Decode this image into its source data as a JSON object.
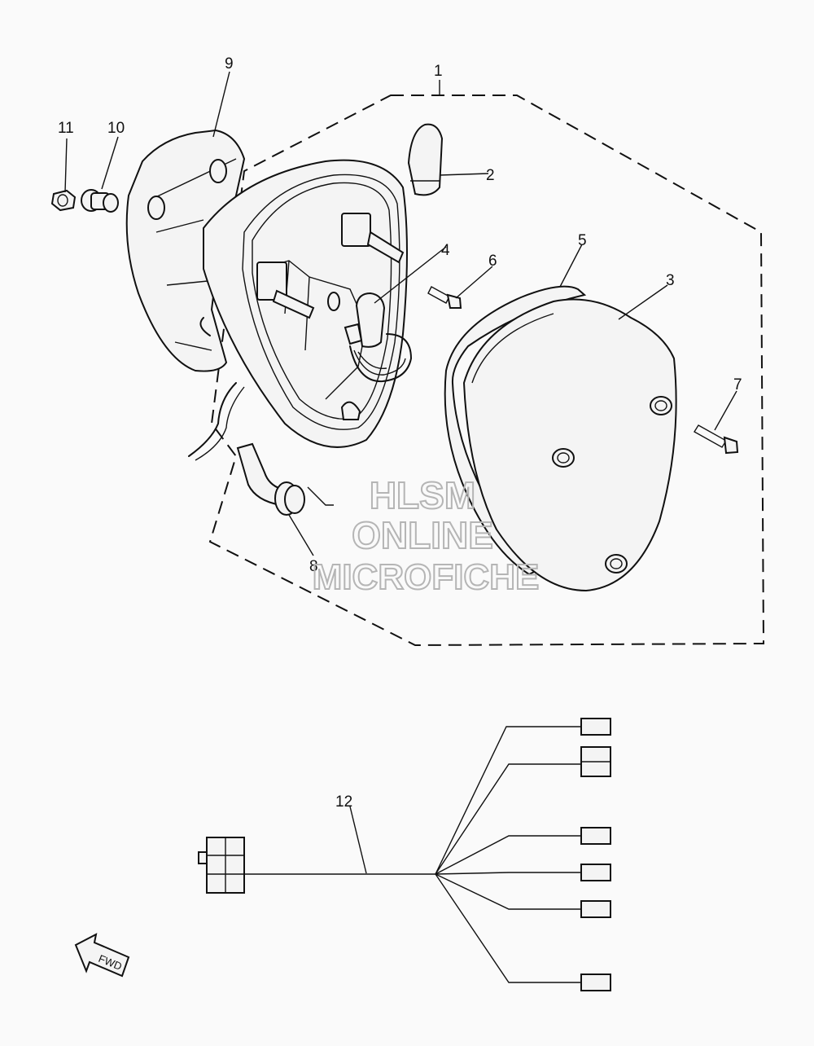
{
  "diagram": {
    "callouts": [
      {
        "id": "1",
        "label": "1"
      },
      {
        "id": "2",
        "label": "2"
      },
      {
        "id": "3",
        "label": "3"
      },
      {
        "id": "4",
        "label": "4"
      },
      {
        "id": "5",
        "label": "5"
      },
      {
        "id": "6",
        "label": "6"
      },
      {
        "id": "7",
        "label": "7"
      },
      {
        "id": "8",
        "label": "8"
      },
      {
        "id": "9",
        "label": "9"
      },
      {
        "id": "10",
        "label": "10"
      },
      {
        "id": "11",
        "label": "11"
      },
      {
        "id": "12",
        "label": "12"
      }
    ],
    "watermark": {
      "line1": "HLSM",
      "line2": "ONLINE",
      "line3": "MICROFICHE"
    },
    "direction_label": "FWD"
  }
}
